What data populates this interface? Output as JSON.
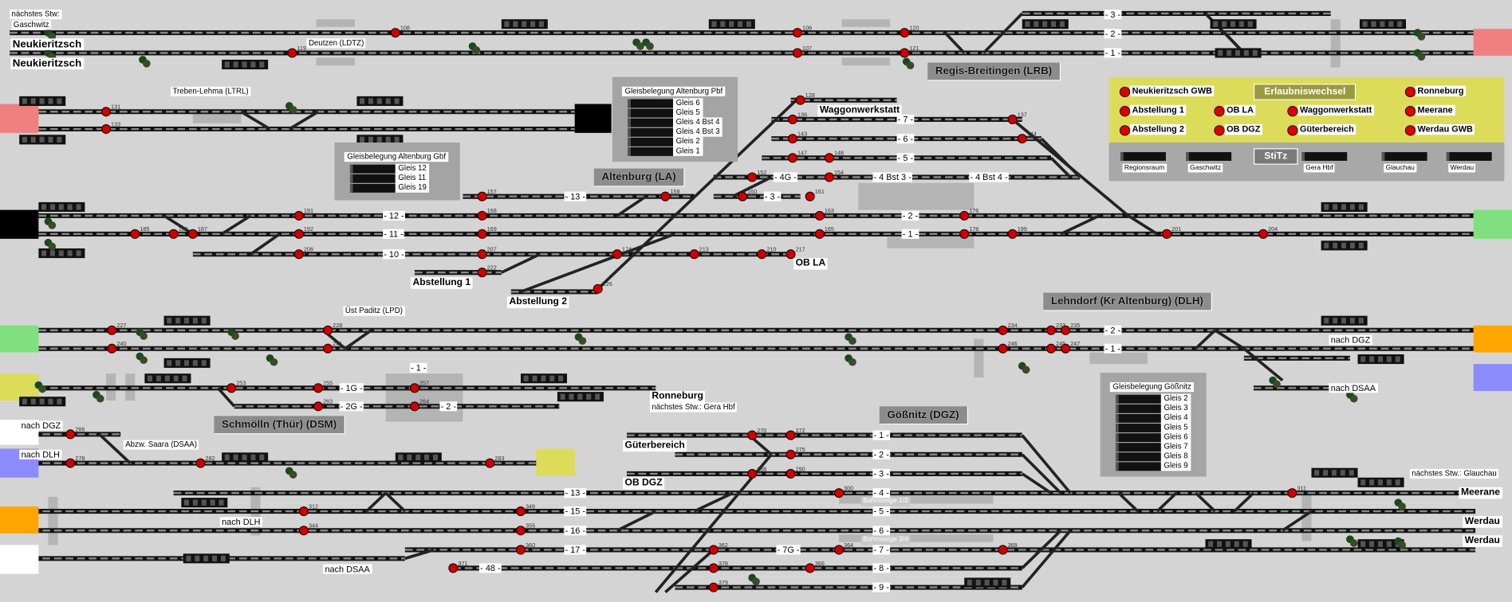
{
  "colors": {
    "background": "#d4d4d4",
    "signal_red": "#d00000",
    "signal_green": "#1a5a1a",
    "legend_yellow": "#dcdc5a"
  },
  "top_left": {
    "next_box": "nächstes Stw:",
    "next_name": "Gaschwitz",
    "track_a": "Neukieritzsch",
    "track_b": "Neukieritzsch"
  },
  "places": {
    "deutzen": "Deutzen (LDTZ)",
    "treben": "Treben-Lehma (LTRL)",
    "paditz": "Üst Paditz (LPD)",
    "saara": "Abzw. Saara (DSAA)",
    "nach_dgz_left": "nach DGZ",
    "nach_dlh_left": "nach DLH",
    "nach_dlh_mid": "nach DLH",
    "nach_dsaa_mid": "nach DSAA",
    "nach_dgz_right": "nach DGZ",
    "nach_dsaa_right": "nach DSAA",
    "next_glauchau": "nächstes Stw.: Glauchau",
    "meerane": "Meerane",
    "werdau_a": "Werdau",
    "werdau_b": "Werdau",
    "ronneburg": "Ronneburg",
    "next_gera": "nächstes Stw.: Gera Hbf",
    "gueterbereich": "Güterbereich",
    "ob_dgz": "OB DGZ",
    "ob_la": "OB LA",
    "abstellung1": "Abstellung 1",
    "abstellung2": "Abstellung 2",
    "waggonwerkstatt": "Waggonwerkstatt",
    "bahnsteige12": "Bahnsteige 1/2",
    "bahnsteige34": "Bahnsteige 3/4"
  },
  "stations": {
    "lrb": "Regis-Breitingen (LRB)",
    "la": "Altenburg (LA)",
    "dlh": "Lehndorf (Kr Altenburg) (DLH)",
    "dsm": "Schmölln (Thür) (DSM)",
    "dgz": "Gößnitz (DGZ)"
  },
  "occupancy": {
    "pbf": {
      "title": "Gleisbelegung Altenburg Pbf",
      "tracks": [
        "Gleis 6",
        "Gleis 5",
        "Gleis 4 Bst 4",
        "Gleis 4 Bst 3",
        "Gleis 2",
        "Gleis 1"
      ]
    },
    "gbf": {
      "title": "Gleisbelegung Altenburg Gbf",
      "tracks": [
        "Gleis 12",
        "Gleis 11",
        "Gleis 19"
      ]
    },
    "goessnitz": {
      "title": "Gleisbelegung Gößnitz",
      "tracks": [
        "Gleis 2",
        "Gleis 3",
        "Gleis 4",
        "Gleis 5",
        "Gleis 6",
        "Gleis 7",
        "Gleis 8",
        "Gleis 9"
      ]
    }
  },
  "legend": {
    "header": "Erlaubniswechsel",
    "items": [
      "Neukieritzsch GWB",
      "Abstellung 1",
      "Abstellung 2",
      "OB LA",
      "OB DGZ",
      "Waggonwerkstatt",
      "Güterbereich",
      "Ronneburg",
      "Meerane",
      "Werdau GWB"
    ],
    "stitz": "StiTz",
    "stitz_items": [
      "Regionsraum",
      "Gaschwitz",
      "Gera Hbf",
      "Glauchau",
      "Werdau"
    ]
  },
  "track_labels": [
    "- 3 -",
    "- 2 -",
    "- 1 -",
    "- 7 -",
    "- 6 -",
    "- 5 -",
    "- 4G -",
    "- 4 Bst 3 -",
    "- 4 Bst 4 -",
    "- 3 -",
    "- 13 -",
    "- 12 -",
    "- 11 -",
    "- 10 -",
    "- 2 -",
    "- 1 -",
    "- 2 -",
    "- 1 -",
    "- 1 -",
    "- 1G -",
    "- 2G -",
    "- 2 -",
    "- 1 -",
    "- 2 -",
    "- 3 -",
    "- 13 -",
    "- 4 -",
    "- 15 -",
    "- 5 -",
    "- 16 -",
    "- 6 -",
    "- 17 -",
    "- 7G -",
    "- 7 -",
    "- 48 -",
    "- 8 -",
    "- 9 -"
  ],
  "signals": [
    "119",
    "108",
    "106",
    "107",
    "120",
    "121",
    "131",
    "133",
    "128",
    "136",
    "143",
    "147",
    "148",
    "152",
    "154",
    "137",
    "144",
    "157",
    "158",
    "160",
    "161",
    "163",
    "165",
    "168",
    "169",
    "174",
    "176",
    "178",
    "185",
    "186",
    "187",
    "191",
    "192",
    "199",
    "201",
    "204",
    "206",
    "207",
    "210",
    "213",
    "217",
    "222",
    "226",
    "227",
    "228",
    "240",
    "241",
    "233",
    "234",
    "235",
    "245",
    "246",
    "247",
    "253",
    "255",
    "257",
    "263",
    "264",
    "266",
    "278",
    "282",
    "283",
    "270",
    "272",
    "275",
    "288",
    "290",
    "300",
    "311",
    "312",
    "344",
    "346",
    "355",
    "360",
    "362",
    "364",
    "366",
    "369",
    "371",
    "378",
    "379"
  ]
}
